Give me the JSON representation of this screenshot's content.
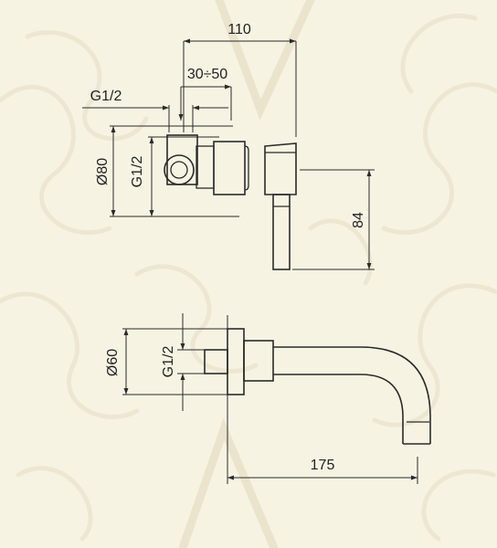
{
  "top_view": {
    "overall_width": "110",
    "adjust_range": "30÷50",
    "thread_top": "G1/2",
    "thread_side": "G1/2",
    "body_diameter": "Ø80",
    "lever_height": "84"
  },
  "bottom_view": {
    "plate_diameter": "Ø60",
    "thread": "G1/2",
    "spout_reach": "175"
  },
  "colors": {
    "background": "#f7f3e3",
    "line": "#2a2a2a",
    "watermark": "#ebe4cc"
  }
}
